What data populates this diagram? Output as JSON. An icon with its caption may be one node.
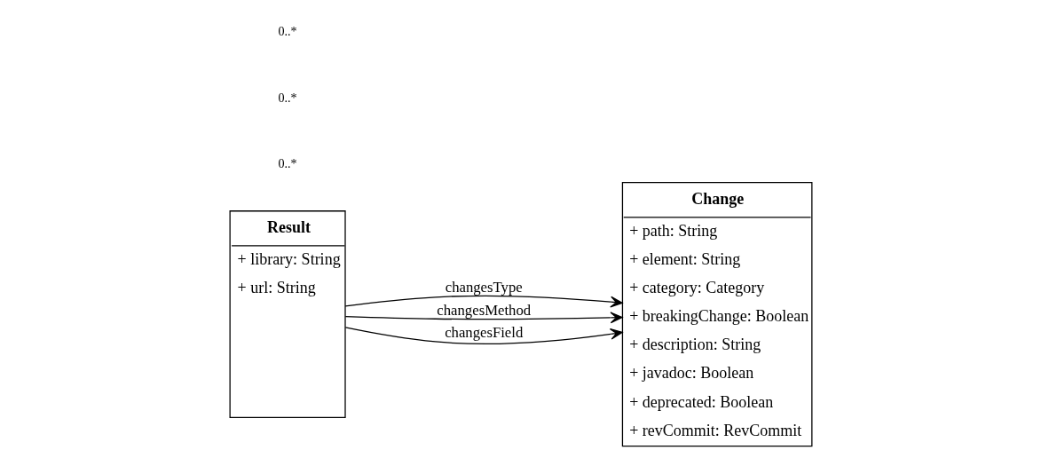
{
  "diagram": {
    "nodes": [
      {
        "text": [
          "Result",
          "+ library: String",
          "+ url: String"
        ]
      },
      {
        "text": [
          "Change",
          "+ path: String",
          "+ element: String",
          "+ category: Category",
          "+ breakingChange: Boolean",
          "+ description: String",
          "+ javadoc: Boolean",
          "+ deprecated: Boolean",
          "+ revCommit: RevCommit"
        ]
      }
    ],
    "edges": [
      {
        "from": 0,
        "to": 1,
        "arrow": "to",
        "label": "changesType"
      },
      {
        "from": 0,
        "to": 1,
        "arrow": "to",
        "label": "changesMethod"
      },
      {
        "from": 0,
        "to": 1,
        "arrow": "to",
        "label": "changesField"
      }
    ],
    "labels": [
      "0..*",
      "0..*",
      "0..*"
    ]
  }
}
